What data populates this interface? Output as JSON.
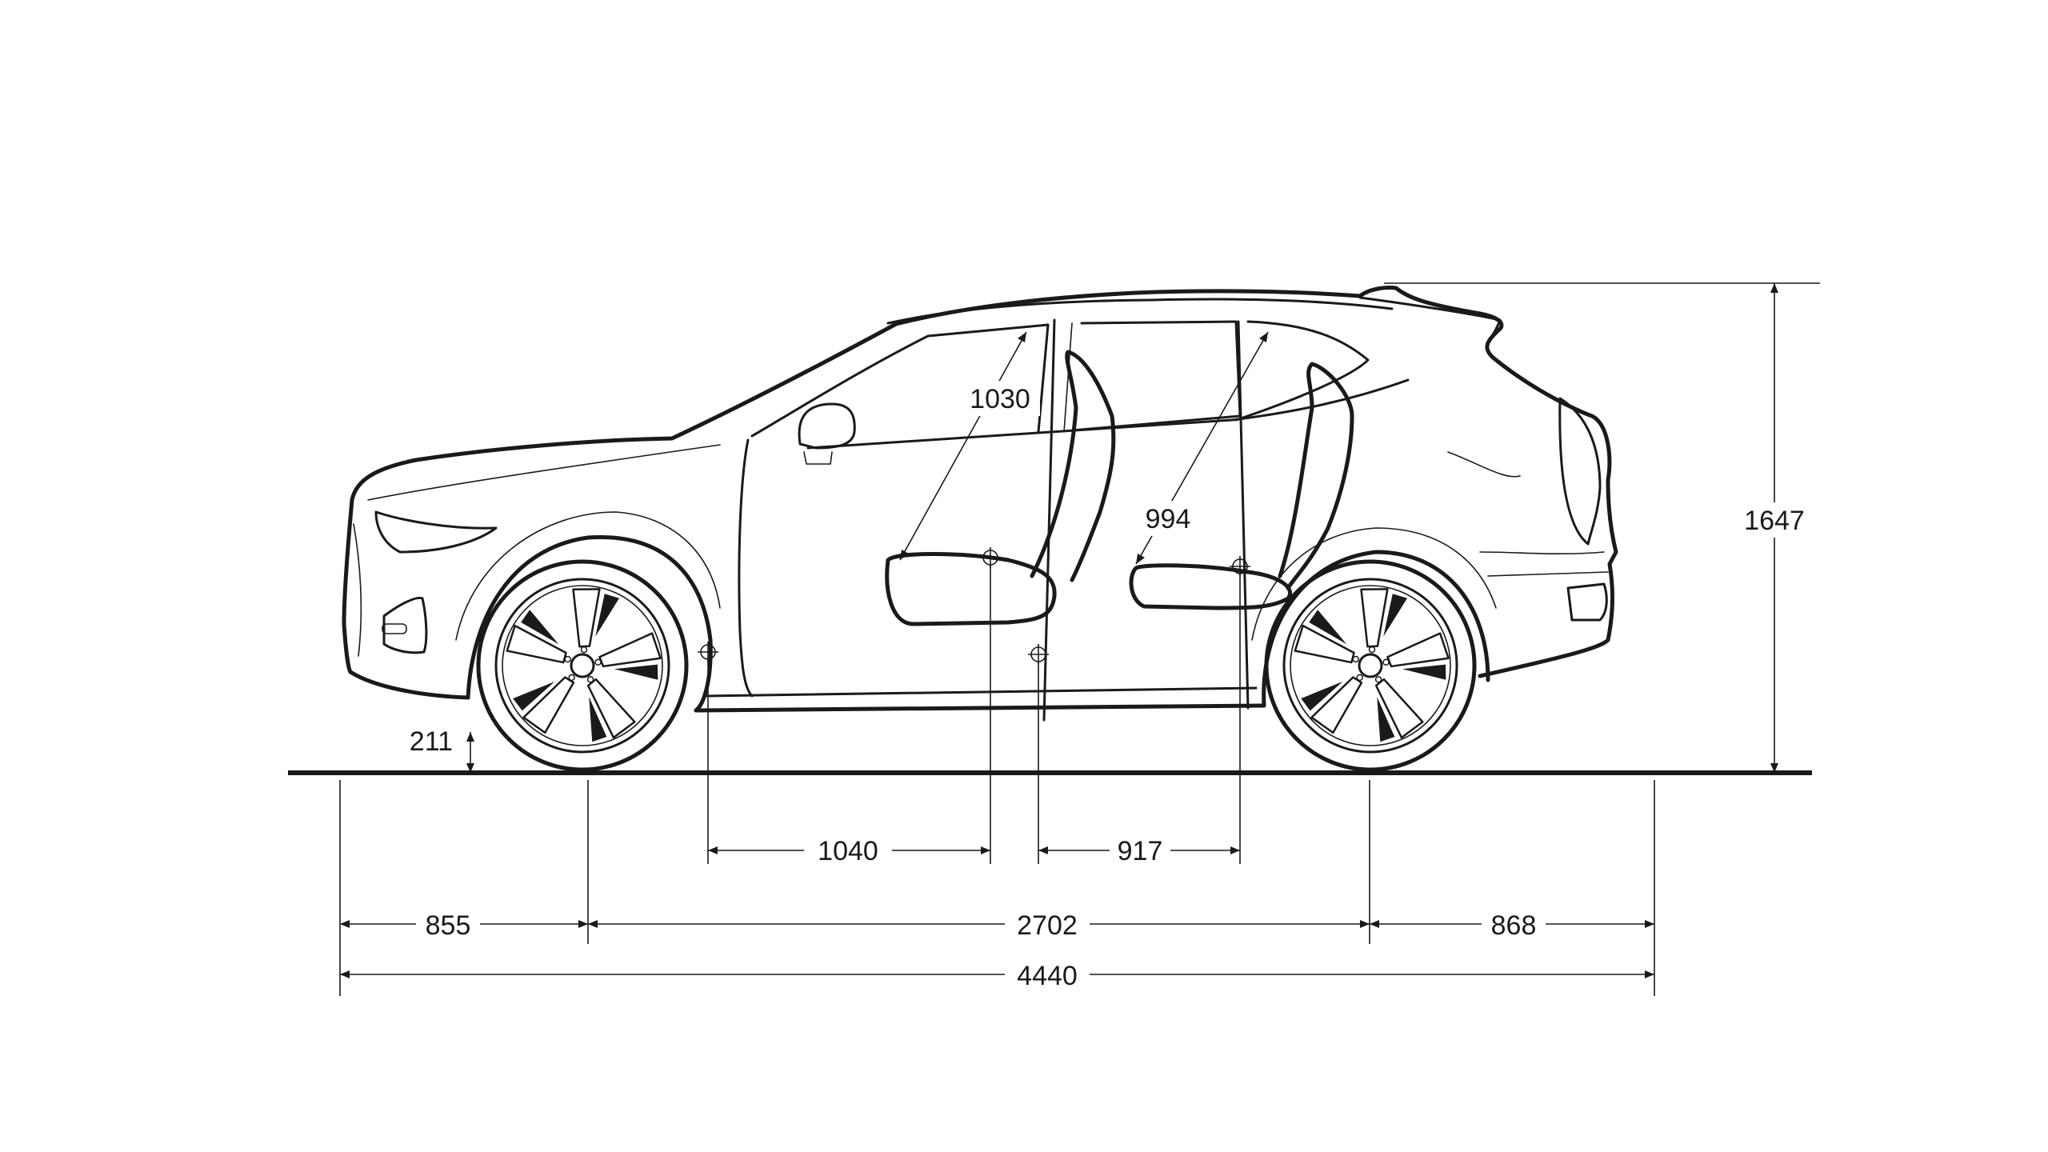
{
  "dimensions": {
    "overall_length": "4440",
    "wheelbase": "2702",
    "front_overhang": "855",
    "rear_overhang": "868",
    "overall_height": "1647",
    "ground_clearance": "211",
    "front_legroom": "1040",
    "rear_legroom": "917",
    "front_headroom": "1030",
    "rear_headroom": "994"
  },
  "colors": {
    "line": "#1a1a1a",
    "background": "#ffffff"
  }
}
